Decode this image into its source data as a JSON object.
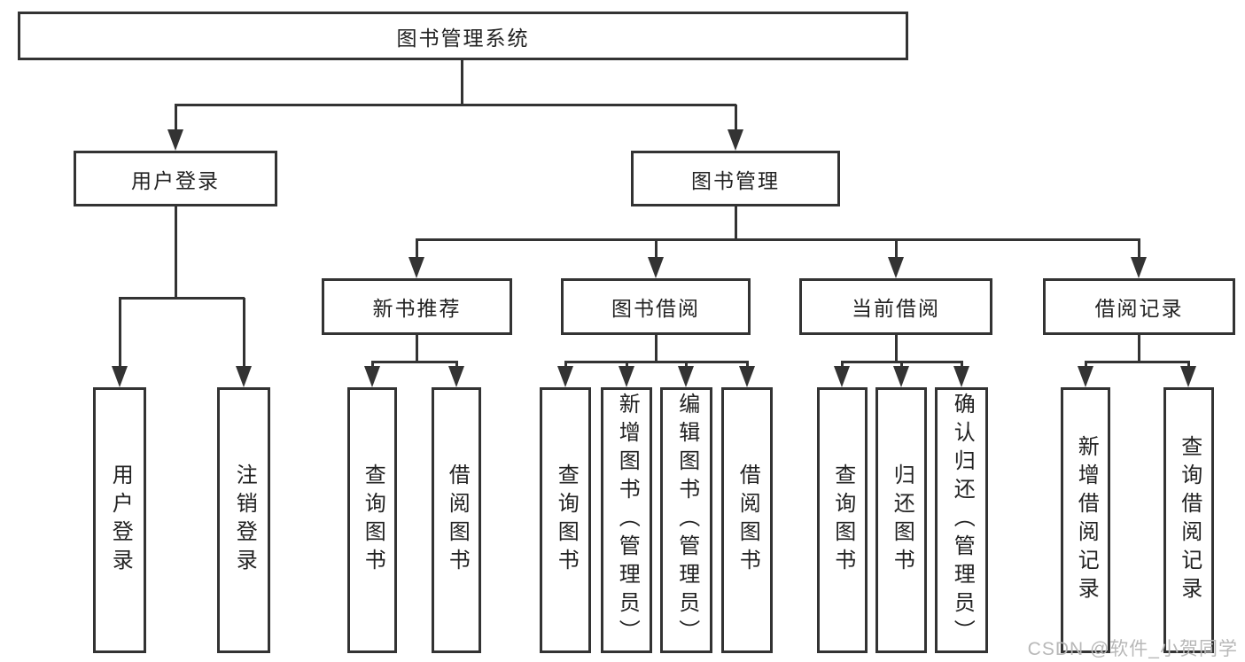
{
  "root": {
    "label": "图书管理系统"
  },
  "branches": [
    {
      "label": "用户登录",
      "leaves": [
        {
          "label": "用户登录"
        },
        {
          "label": "注销登录"
        }
      ]
    },
    {
      "label": "图书管理",
      "children": [
        {
          "label": "新书推荐",
          "leaves": [
            {
              "label": "查询图书"
            },
            {
              "label": "借阅图书"
            }
          ]
        },
        {
          "label": "图书借阅",
          "leaves": [
            {
              "label": "查询图书"
            },
            {
              "label": "新增图书（管理员）"
            },
            {
              "label": "编辑图书（管理员）"
            },
            {
              "label": "借阅图书"
            }
          ]
        },
        {
          "label": "当前借阅",
          "leaves": [
            {
              "label": "查询图书"
            },
            {
              "label": "归还图书"
            },
            {
              "label": "确认归还（管理员）"
            }
          ]
        },
        {
          "label": "借阅记录",
          "leaves": [
            {
              "label": "新增借阅记录"
            },
            {
              "label": "查询借阅记录"
            }
          ]
        }
      ]
    }
  ],
  "watermark": {
    "text": "CSDN @软件_小贺同学"
  },
  "colors": {
    "line": "#333333",
    "text": "#222222",
    "watermark": "#b8b8b8",
    "background": "#ffffff"
  }
}
